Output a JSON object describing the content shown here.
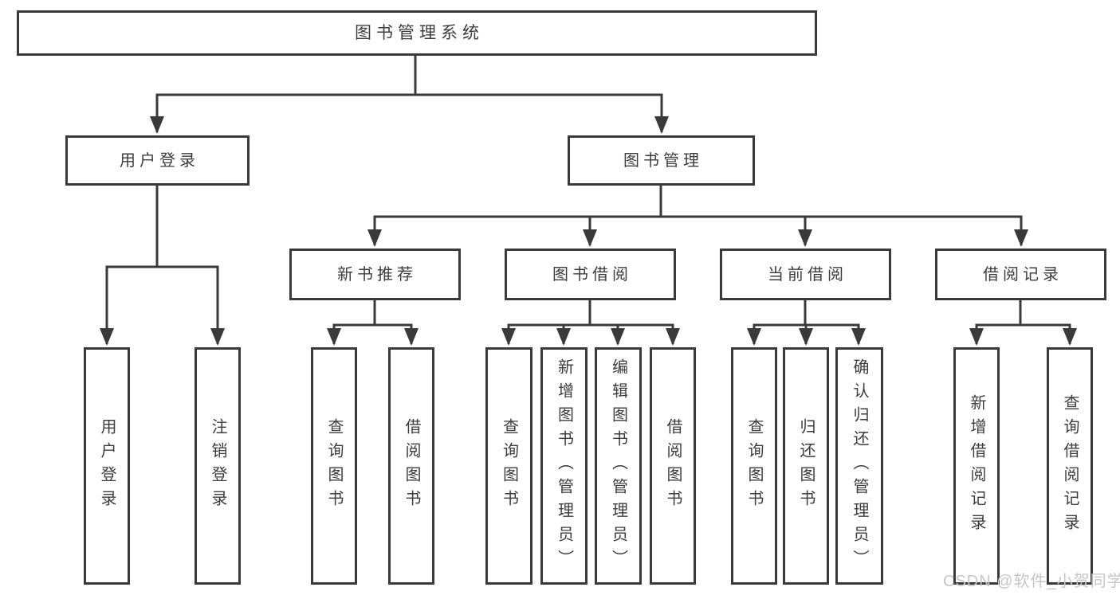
{
  "diagram": {
    "title": "图书管理系统",
    "branches": [
      {
        "label": "用户登录",
        "children": [
          "用户登录",
          "注销登录"
        ]
      },
      {
        "label": "图书管理",
        "children": [
          {
            "label": "新书推荐",
            "children": [
              "查询图书",
              "借阅图书"
            ]
          },
          {
            "label": "图书借阅",
            "children": [
              "查询图书",
              "新增图书（管理员）",
              "编辑图书（管理员）",
              "借阅图书"
            ]
          },
          {
            "label": "当前借阅",
            "children": [
              "查询图书",
              "归还图书",
              "确认归还（管理员）"
            ]
          },
          {
            "label": "借阅记录",
            "children": [
              "新增借阅记录",
              "查询借阅记录"
            ]
          }
        ]
      }
    ]
  },
  "colors": {
    "line": "#3a3a3a",
    "text": "#3c3c3c",
    "watermark": "#c6c6c6",
    "background": "#ffffff"
  },
  "watermark": {
    "text": "CSDN @软件_小贺同学"
  }
}
